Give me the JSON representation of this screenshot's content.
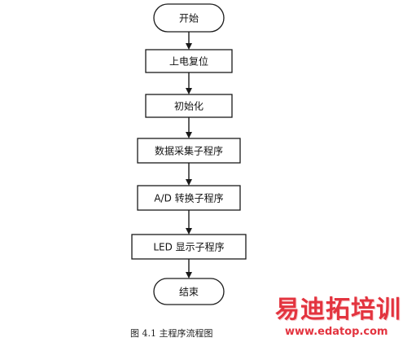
{
  "diagram": {
    "nodes": [
      {
        "id": "start",
        "label": "开始",
        "shape": "terminal"
      },
      {
        "id": "power-reset",
        "label": "上电复位",
        "shape": "process"
      },
      {
        "id": "init",
        "label": "初始化",
        "shape": "process"
      },
      {
        "id": "data-acquisition",
        "label": "数据采集子程序",
        "shape": "process"
      },
      {
        "id": "ad-conversion",
        "label": "A/D 转换子程序",
        "shape": "process"
      },
      {
        "id": "led-display",
        "label": "LED 显示子程序",
        "shape": "process"
      },
      {
        "id": "end",
        "label": "结束",
        "shape": "terminal"
      }
    ],
    "edges": [
      {
        "from": "start",
        "to": "power-reset"
      },
      {
        "from": "power-reset",
        "to": "init"
      },
      {
        "from": "init",
        "to": "data-acquisition"
      },
      {
        "from": "data-acquisition",
        "to": "ad-conversion"
      },
      {
        "from": "ad-conversion",
        "to": "led-display"
      },
      {
        "from": "led-display",
        "to": "end"
      }
    ]
  },
  "caption": "图 4.1  主程序流程图",
  "watermark": {
    "text": "易迪拓培训",
    "url": "www.edatop.com"
  }
}
